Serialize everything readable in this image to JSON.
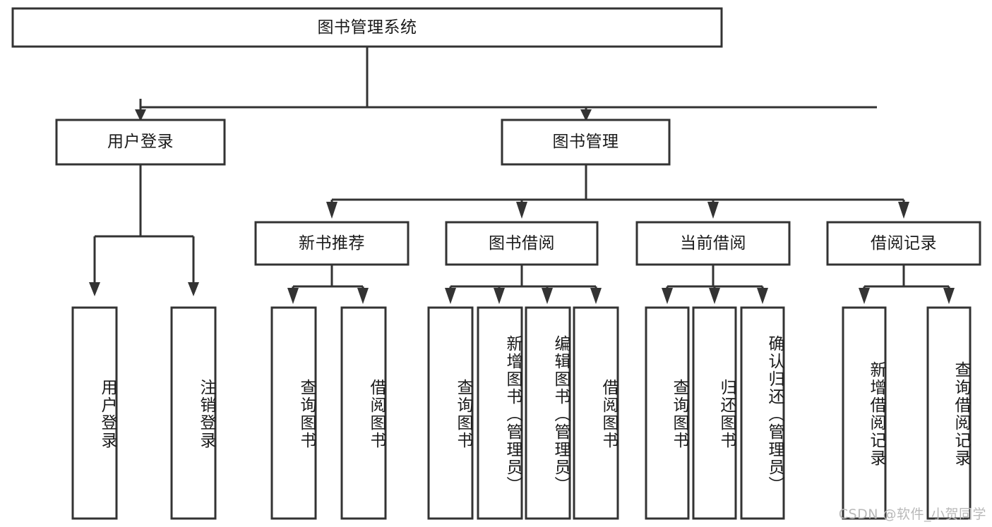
{
  "diagram": {
    "title": "图书管理系统",
    "type": "tree-hierarchy",
    "watermark": "CSDN @软件_小贺同学",
    "colors": {
      "box_stroke": "#333333",
      "box_fill": "#ffffff",
      "text": "#1a1a1a",
      "watermark": "#b9b9b9",
      "background": "#ffffff"
    },
    "root": {
      "label": "图书管理系统"
    },
    "level2": [
      {
        "label": "用户登录"
      },
      {
        "label": "图书管理"
      }
    ],
    "level3": [
      {
        "label": "新书推荐"
      },
      {
        "label": "图书借阅"
      },
      {
        "label": "当前借阅"
      },
      {
        "label": "借阅记录"
      }
    ],
    "leaves": {
      "user_login": [
        {
          "label": "用户登录"
        },
        {
          "label": "注销登录"
        }
      ],
      "new_book_recommend": [
        {
          "label": "查询图书"
        },
        {
          "label": "借阅图书"
        }
      ],
      "book_borrow": [
        {
          "label": "查询图书"
        },
        {
          "label": "新增图书（管理员）"
        },
        {
          "label": "编辑图书（管理员）"
        },
        {
          "label": "借阅图书"
        }
      ],
      "current_borrow": [
        {
          "label": "查询图书"
        },
        {
          "label": "归还图书"
        },
        {
          "label": "确认归还（管理员）"
        }
      ],
      "borrow_record": [
        {
          "label": "新增借阅记录"
        },
        {
          "label": "查询借阅记录"
        }
      ]
    }
  }
}
